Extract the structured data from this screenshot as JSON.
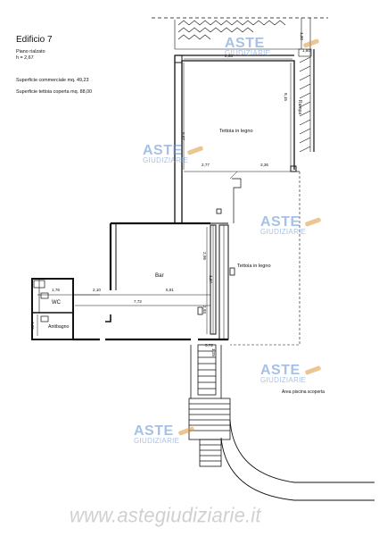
{
  "header": {
    "title": "Edificio 7",
    "floor": "Piano rialzato",
    "height": "h = 2,67",
    "area_commercial": "Superficie commerciale mq. 49,23",
    "area_canopy": "Superficie tettoia coperta mq. 88,00"
  },
  "rooms": {
    "tettoia_top": "Tettoia in legno",
    "tettoia_right": "Tettoia in legno",
    "bar": "Bar",
    "wc": "WC",
    "antibagno": "Antibagno",
    "rampa": "Rampa",
    "piscina": "Area piscina scoperta"
  },
  "dimensions": {
    "d_253": "2,53",
    "d_130": "1,30",
    "d_180": "1,80",
    "d_815": "8,15",
    "d_867": "8,67",
    "d_277": "2,77",
    "d_336": "3,36",
    "d_296": "2,96",
    "d_176": "1,76",
    "d_210": "2,10",
    "d_581": "5,81",
    "d_772": "7,72",
    "d_137": "1,37",
    "d_293": "2,93",
    "d_105": "1,05",
    "d_072": "0,72",
    "d_125": "1,25"
  },
  "watermark": {
    "brand_top": "ASTE",
    "brand_bottom": "GIUDIZIARIE",
    "footer_url": "www.astegiudiziarie.it"
  }
}
